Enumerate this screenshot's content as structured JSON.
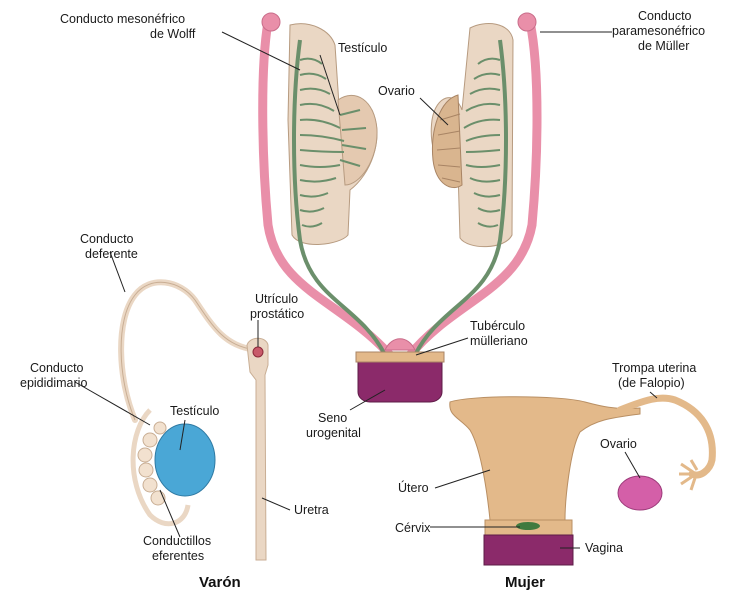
{
  "colors": {
    "wolff_duct": "#6b8f6b",
    "muller_duct": "#e98fa9",
    "tissue": "#ead7c4",
    "testis_blue": "#4aa7d6",
    "ovary_magenta": "#d45fa8",
    "uterus": "#e3b98a",
    "sinus": "#8b2a6a"
  },
  "labels": {
    "wolff": [
      "Conducto mesonéfrico",
      "de Wolff"
    ],
    "testiculo_top": "Testículo",
    "ovario_top": "Ovario",
    "muller": [
      "Conducto",
      "paramesonéfrico",
      "de Müller"
    ],
    "deferente": [
      "Conducto",
      "deferente"
    ],
    "utriculo": [
      "Utrículo",
      "prostático"
    ],
    "tuberculo": [
      "Tubérculo",
      "mülleriano"
    ],
    "epididimario": [
      "Conducto",
      "epididimario"
    ],
    "testiculo_male": "Testículo",
    "seno": [
      "Seno",
      "urogenital"
    ],
    "uretra": "Uretra",
    "conductillos": [
      "Conductillos",
      "eferentes"
    ],
    "trompa": [
      "Trompa uterina",
      "(de Falopio)"
    ],
    "ovario_female": "Ovario",
    "utero": "Útero",
    "cervix": "Cérvix",
    "vagina": "Vagina"
  },
  "captions": {
    "male": "Varón",
    "female": "Mujer"
  }
}
